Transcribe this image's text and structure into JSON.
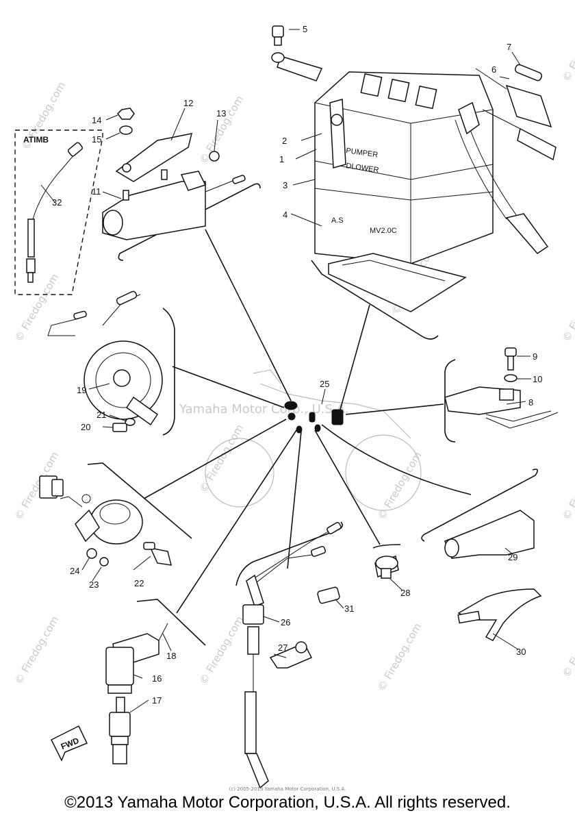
{
  "footer": {
    "copyright": "©2013 Yamaha Motor Corporation, U.S.A. All rights reserved.",
    "small_copyright": "(c) 2005-2013 Yamaha Motor Corporation, U.S.A."
  },
  "watermarks": {
    "firedog": "© Firedog.com",
    "center": "Yamaha Motor Corp., U.S.A."
  },
  "labels": {
    "atimb": "ATIMB",
    "fwd": "FWD",
    "battery_text_1": "PUMPER",
    "battery_text_2": "DLOWER",
    "battery_text_3": "A.S",
    "battery_text_4": "MV2.0C"
  },
  "callouts": [
    "1",
    "2",
    "3",
    "4",
    "5",
    "6",
    "7",
    "8",
    "9",
    "10",
    "11",
    "12",
    "13",
    "14",
    "15",
    "16",
    "17",
    "18",
    "19",
    "20",
    "21",
    "22",
    "23",
    "24",
    "25",
    "26",
    "27",
    "28",
    "29",
    "30",
    "31",
    "32"
  ]
}
